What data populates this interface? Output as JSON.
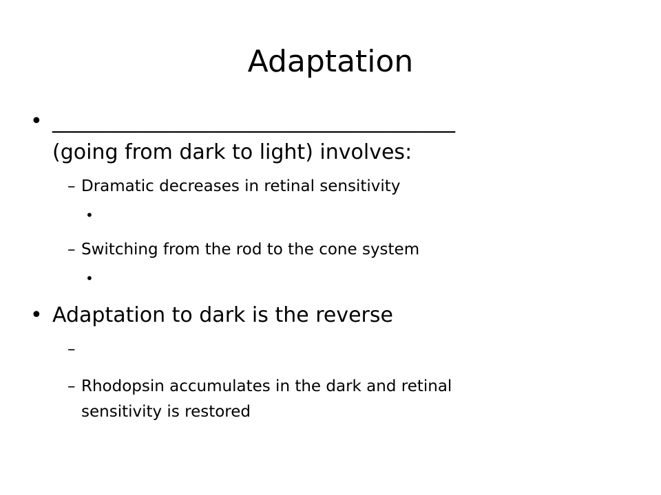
{
  "slide": {
    "title": "Adaptation",
    "bullet1": {
      "marker": "•",
      "blank": "_______________________________________",
      "continuation": "(going from dark to light) involves:",
      "subitems": [
        {
          "marker": "–",
          "text": "Dramatic decreases in retinal sensitivity",
          "subbullet": "•"
        },
        {
          "marker": "–",
          "text": "Switching from the rod to the cone system",
          "subbullet": "•"
        }
      ]
    },
    "bullet2": {
      "marker": "•",
      "text": "Adaptation to dark is the reverse",
      "subitems": [
        {
          "marker": "–",
          "text": ""
        },
        {
          "marker": "–",
          "line1": "Rhodopsin accumulates in the dark and retinal",
          "line2": "sensitivity is restored"
        }
      ]
    }
  }
}
